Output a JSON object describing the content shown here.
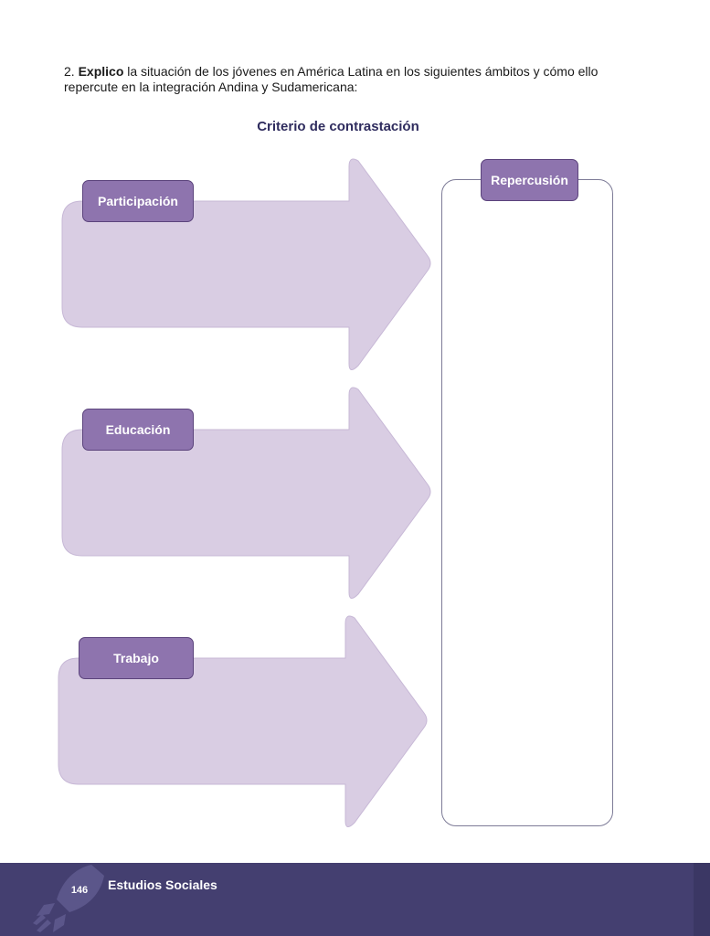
{
  "instruction": {
    "number": "2.",
    "verb": "Explico",
    "text": "la situación de los jóvenes en América Latina en los siguientes ámbitos y cómo ello repercute en la integración Andina y Sudamericana:"
  },
  "criterio_title": "Criterio de contrastación",
  "arrows": [
    {
      "label": "Participación"
    },
    {
      "label": "Educación"
    },
    {
      "label": "Trabajo"
    }
  ],
  "repercusion_label": "Repercusión",
  "footer": {
    "page_number": "146",
    "subject": "Estudios Sociales"
  },
  "colors": {
    "arrow_fill": "#d9cde3",
    "label_fill": "#8e74ae",
    "footer_bg": "#443f70",
    "title_color": "#2f2c5e"
  }
}
